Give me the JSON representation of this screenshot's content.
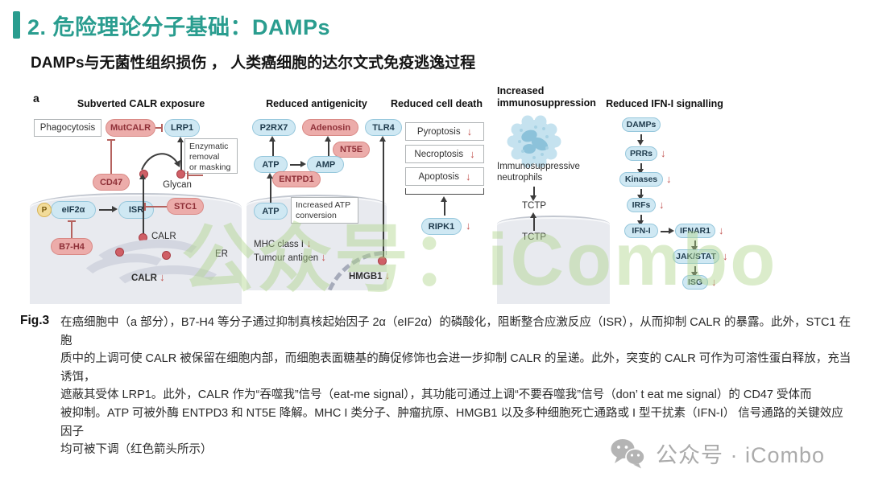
{
  "slide": {
    "title": "2. 危险理论分子基础：DAMPs",
    "subtitle": "DAMPs与无菌性组织损伤 ， 人类癌细胞的达尔文式免疫逃逸过程"
  },
  "colors": {
    "accent_teal": "#2a9d8f",
    "pill_pink": "#ecacaa",
    "pill_blue": "#cfe8f3",
    "down_arrow_red": "#c0504d",
    "watermark_green": "#b0d48c"
  },
  "figure": {
    "panel_label": "a",
    "watermark": "公众号：iCombo",
    "panels": {
      "calr": {
        "title": "Subverted CALR exposure",
        "phagocytosis": "Phagocytosis",
        "mutcalr": "MutCALR",
        "lrp1": "LRP1",
        "enzymatic_lines": [
          "Enzymatic",
          "removal",
          "or masking"
        ],
        "cd47": "CD47",
        "glycan": "Glycan",
        "p": "P",
        "eif2a": "eIF2α",
        "isr": "ISR",
        "b7h4": "B7-H4",
        "stc1": "STC1",
        "calr": "CALR",
        "er": "ER",
        "calr_down": "CALR"
      },
      "antigenicity": {
        "title": "Reduced antigenicity",
        "p2rx7": "P2RX7",
        "adenosin": "Adenosin",
        "tlr4": "TLR4",
        "nt5e": "NT5E",
        "atp_top": "ATP",
        "amp": "AMP",
        "entpd1": "ENTPD1",
        "atp_inner": "ATP",
        "conversion_lines": [
          "Increased ATP",
          "conversion"
        ],
        "mhc": "MHC class I",
        "tumour": "Tumour antigen",
        "hmgb1": "HMGB1"
      },
      "cell_death": {
        "title": "Reduced cell death",
        "items": [
          "Pyroptosis",
          "Necroptosis",
          "Apoptosis"
        ],
        "ripk1": "RIPK1"
      },
      "immuno": {
        "title": "Increased immunosuppression",
        "neutrophils": "Immunosuppressive neutrophils",
        "tctp_outer": "TCTP",
        "tctp_inner": "TCTP"
      },
      "ifn": {
        "title": "Reduced IFN-I signalling",
        "damps": "DAMPs",
        "prrs": "PRRs",
        "kinases": "Kinases",
        "irfs": "IRFs",
        "ifn": "IFN-I",
        "ifnar1": "IFNAR1",
        "jakstat": "JAK/STAT",
        "isg": "ISG"
      }
    }
  },
  "caption": {
    "label": "Fig.3",
    "lines": [
      "在癌细胞中（a 部分），B7-H4 等分子通过抑制真核起始因子 2α（eIF2α）的磷酸化，阻断整合应激反应（ISR），从而抑制 CALR 的暴露。此外，STC1 在胞",
      "质中的上调可使 CALR 被保留在细胞内部，而细胞表面糖基的酶促修饰也会进一步抑制 CALR 的呈递。此外，突变的 CALR 可作为可溶性蛋白释放，充当诱饵，",
      "遮蔽其受体 LRP1。此外，CALR 作为“吞噬我”信号（eat-me signal），其功能可通过上调“不要吞噬我”信号（don’ t eat me signal）的 CD47 受体而",
      "被抑制。ATP 可被外酶 ENTPD3 和 NT5E 降解。MHC I 类分子、肿瘤抗原、HMGB1 以及多种细胞死亡通路或 I 型干扰素（IFN-I） 信号通路的关键效应因子",
      "均可被下调（红色箭头所示）"
    ]
  },
  "footer": {
    "text": "公众号 · iCombo"
  }
}
